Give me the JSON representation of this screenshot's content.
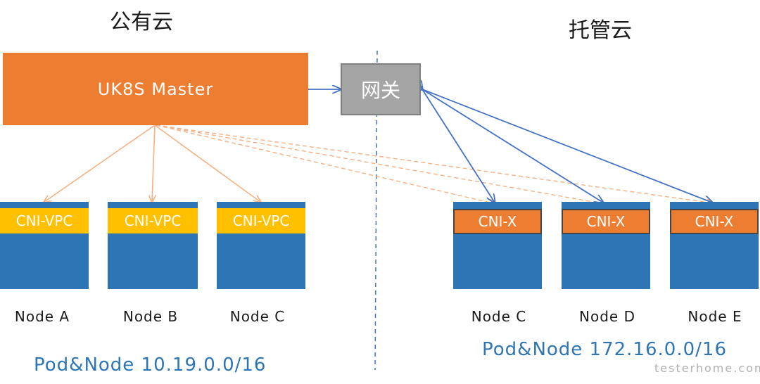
{
  "public_cloud": {
    "title": "公有云",
    "master_label": "UK8S Master",
    "nodes": [
      {
        "cni": "CNI-VPC",
        "label": "Node  A"
      },
      {
        "cni": "CNI-VPC",
        "label": "Node  B"
      },
      {
        "cni": "CNI-VPC",
        "label": "Node  C"
      }
    ],
    "cidr": "Pod&Node  10.19.0.0/16"
  },
  "gateway_label": "网关",
  "hosted_cloud": {
    "title": "托管云",
    "nodes": [
      {
        "cni": "CNI-X",
        "label": "Node  C"
      },
      {
        "cni": "CNI-X",
        "label": "Node  D"
      },
      {
        "cni": "CNI-X",
        "label": "Node  E"
      }
    ],
    "cidr": "Pod&Node  172.16.0.0/16"
  },
  "watermark": "testerhome.com",
  "colors": {
    "master": "#ED7D31",
    "gateway": "#A5A5A5",
    "node": "#2E75B6",
    "cni_vpc": "#FFC000",
    "cni_x": "#ED7D31",
    "solid_arrow_public": "#F4B183",
    "dashed_arrow": "#F4B183",
    "blue_arrow": "#4472C4"
  }
}
